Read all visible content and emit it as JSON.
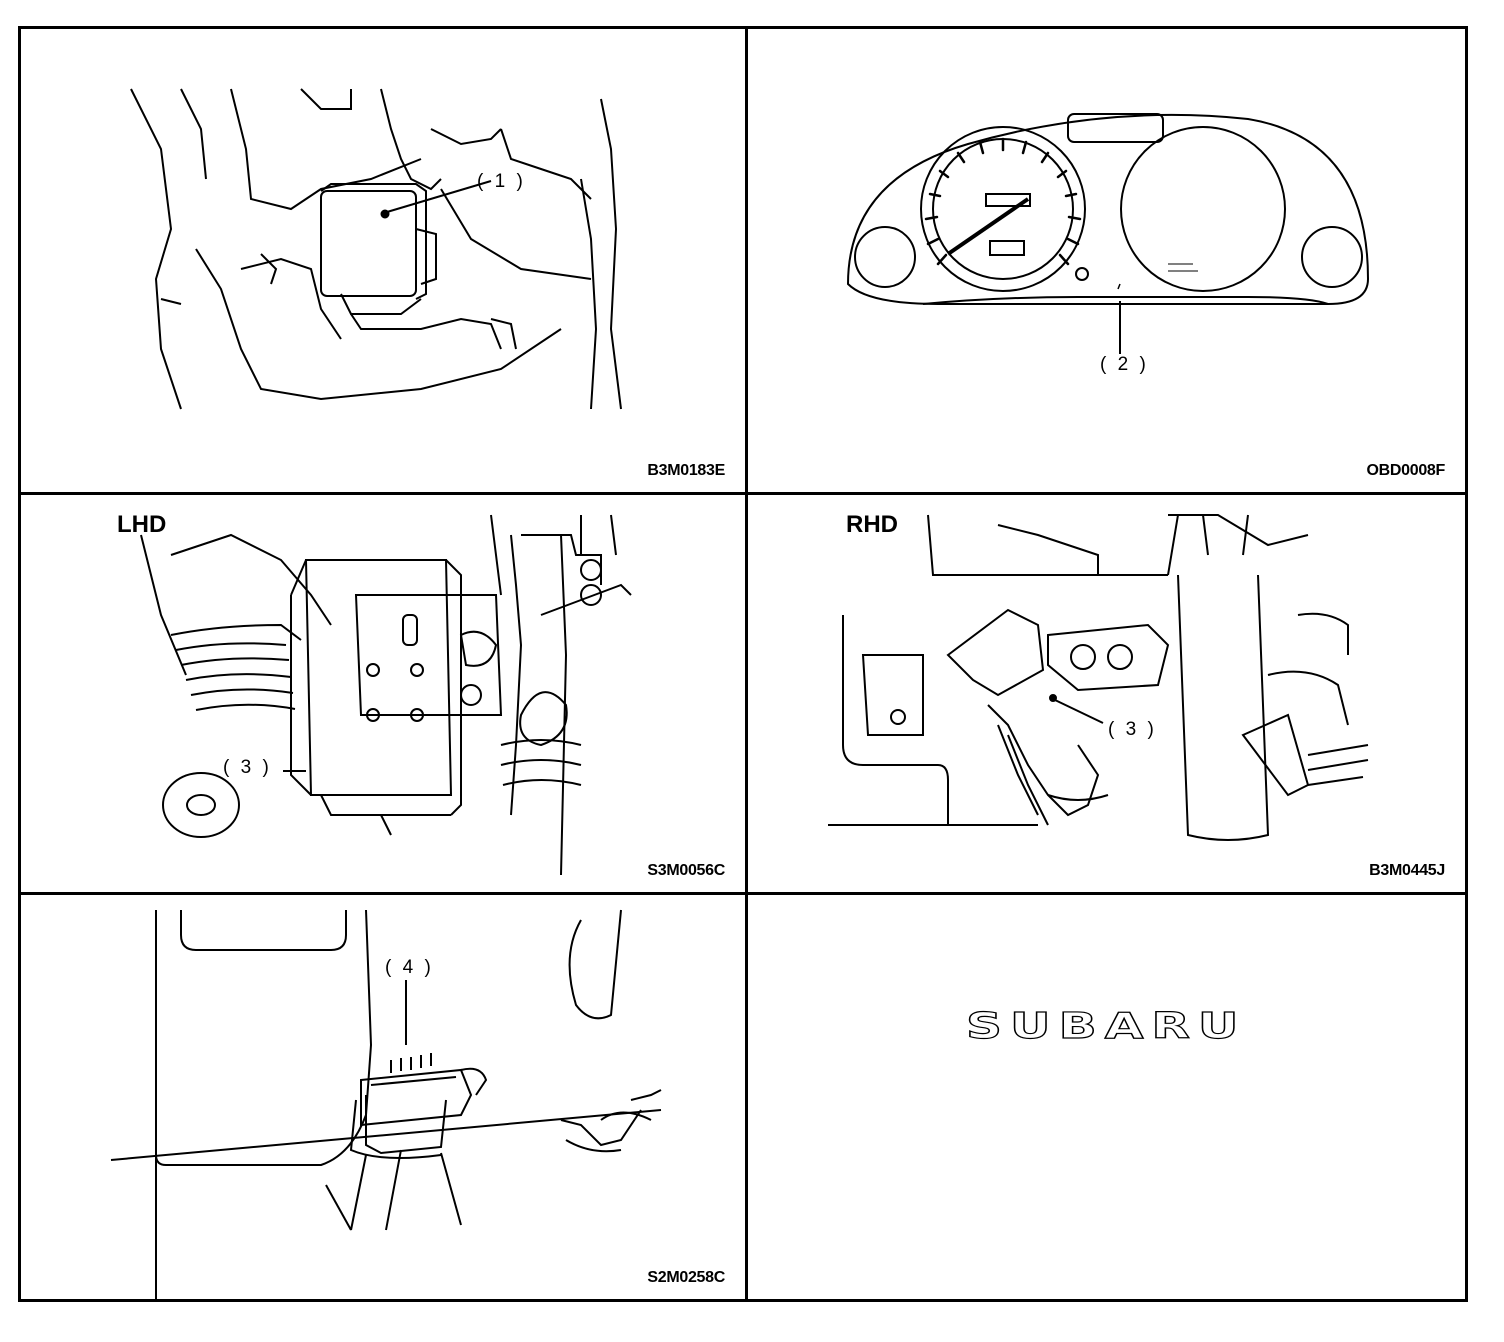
{
  "panels": [
    {
      "id": "p1",
      "code": "B3M0183E",
      "callout": "( 1 )"
    },
    {
      "id": "p2",
      "code": "OBD0008F",
      "callout": "( 2 )"
    },
    {
      "id": "p3",
      "tag": "LHD",
      "code": "S3M0056C",
      "callout": "( 3 )"
    },
    {
      "id": "p4",
      "tag": "RHD",
      "code": "B3M0445J",
      "callout": "( 3 )"
    },
    {
      "id": "p5",
      "code": "S2M0258C",
      "callout": "( 4 )"
    },
    {
      "id": "p6",
      "logo": "SUBARU"
    }
  ]
}
